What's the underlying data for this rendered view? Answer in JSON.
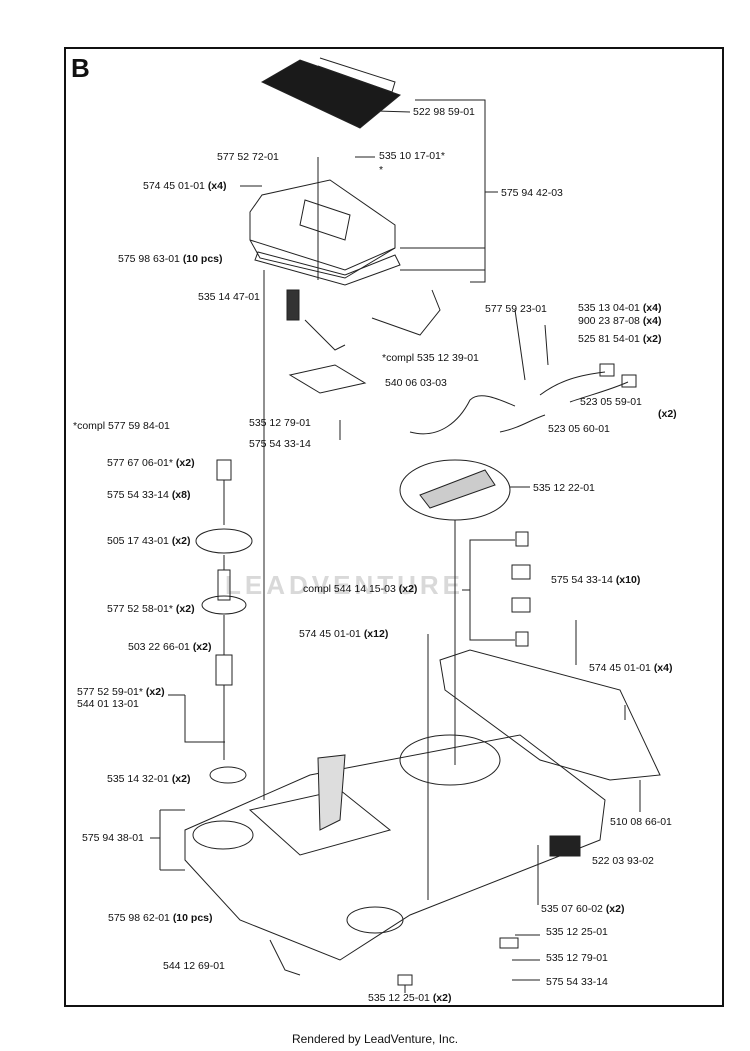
{
  "section_letter": "B",
  "watermark": "LEADVENTURE",
  "footer": "Rendered by LeadVenture, Inc.",
  "labels": [
    {
      "id": "l1",
      "text": "522 98 59-01",
      "qty": ""
    },
    {
      "id": "l2",
      "text": "577 52 72-01",
      "qty": ""
    },
    {
      "id": "l3",
      "text": "535 10 17-01*",
      "qty": ""
    },
    {
      "id": "l4",
      "text": "*",
      "qty": ""
    },
    {
      "id": "l5",
      "text": "574 45 01-01",
      "qty": "(x4)"
    },
    {
      "id": "l6",
      "text": "575 94 42-03",
      "qty": ""
    },
    {
      "id": "l7",
      "text": "575 98 63-01",
      "qty": "(10 pcs)"
    },
    {
      "id": "l8",
      "text": "535 14 47-01",
      "qty": ""
    },
    {
      "id": "l9",
      "text": "577 59 23-01",
      "qty": ""
    },
    {
      "id": "l10",
      "text": "535 13 04-01",
      "qty": "(x4)"
    },
    {
      "id": "l11",
      "text": "900 23 87-08",
      "qty": "(x4)"
    },
    {
      "id": "l12",
      "text": "525 81 54-01",
      "qty": "(x2)"
    },
    {
      "id": "l13",
      "text": "*compl 535 12 39-01",
      "qty": ""
    },
    {
      "id": "l14",
      "text": "540 06 03-03",
      "qty": ""
    },
    {
      "id": "l15",
      "text": "523 05 59-01",
      "qty": ""
    },
    {
      "id": "l15b",
      "text": "",
      "qty": "(x2)"
    },
    {
      "id": "l16",
      "text": "*compl 577 59 84-01",
      "qty": ""
    },
    {
      "id": "l17",
      "text": "535 12 79-01",
      "qty": ""
    },
    {
      "id": "l18",
      "text": "523 05 60-01",
      "qty": ""
    },
    {
      "id": "l19",
      "text": "575 54 33-14",
      "qty": ""
    },
    {
      "id": "l20",
      "text": "577 67 06-01*",
      "qty": "(x2)"
    },
    {
      "id": "l21",
      "text": "535 12 22-01",
      "qty": ""
    },
    {
      "id": "l22",
      "text": "575 54 33-14",
      "qty": "(x8)"
    },
    {
      "id": "l23",
      "text": "505 17 43-01",
      "qty": "(x2)"
    },
    {
      "id": "l24",
      "text": "compl 544 14 15-03",
      "qty": "(x2)"
    },
    {
      "id": "l25",
      "text": "575 54 33-14",
      "qty": "(x10)"
    },
    {
      "id": "l26",
      "text": "577 52 58-01*",
      "qty": "(x2)"
    },
    {
      "id": "l27",
      "text": "574 45 01-01",
      "qty": "(x12)"
    },
    {
      "id": "l28",
      "text": "503 22 66-01",
      "qty": "(x2)"
    },
    {
      "id": "l29",
      "text": "574 45 01-01",
      "qty": "(x4)"
    },
    {
      "id": "l30",
      "text": "577 52 59-01*",
      "qty": "(x2)"
    },
    {
      "id": "l31",
      "text": "544 01 13-01",
      "qty": ""
    },
    {
      "id": "l32",
      "text": "535 14 32-01",
      "qty": "(x2)"
    },
    {
      "id": "l33",
      "text": "510 08 66-01",
      "qty": ""
    },
    {
      "id": "l34",
      "text": "575 94 38-01",
      "qty": ""
    },
    {
      "id": "l35",
      "text": "522 03 93-02",
      "qty": ""
    },
    {
      "id": "l36",
      "text": "575 98 62-01",
      "qty": "(10 pcs)"
    },
    {
      "id": "l37",
      "text": "535 07 60-02",
      "qty": "(x2)"
    },
    {
      "id": "l38",
      "text": "535 12 25-01",
      "qty": ""
    },
    {
      "id": "l39",
      "text": "544 12 69-01",
      "qty": ""
    },
    {
      "id": "l40",
      "text": "535 12 79-01",
      "qty": ""
    },
    {
      "id": "l41",
      "text": "575 54 33-14",
      "qty": ""
    },
    {
      "id": "l42",
      "text": "535 12 25-01",
      "qty": "(x2)"
    }
  ]
}
